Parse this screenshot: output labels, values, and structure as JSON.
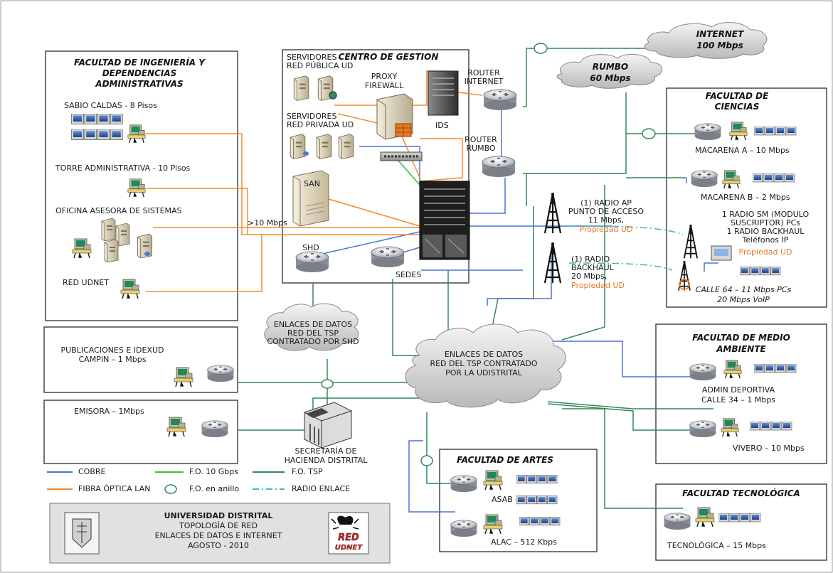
{
  "colors": {
    "copper": "#4a74d8",
    "lan": "#f28a2e",
    "fo10": "#39c43c",
    "tsp": "#2f8a57",
    "radio": "#3fb7c0",
    "accent": "#e87722"
  },
  "clouds": {
    "internet": [
      "INTERNET",
      "100 Mbps"
    ],
    "rumbo": [
      "RUMBO",
      "60 Mbps"
    ],
    "shd": [
      "ENLACES DE DATOS",
      "RED DEL TSP",
      "CONTRATADO POR SHD"
    ],
    "ud": [
      "ENLACES DE DATOS",
      "RED DEL TSP CONTRATADO",
      "POR LA UDISTRITAL"
    ]
  },
  "ingenieria": {
    "title": [
      "FACULTAD DE INGENIERÍA  Y",
      "DEPENDENCIAS",
      "ADMINISTRATIVAS"
    ],
    "sabio": "SABIO CALDAS - 8 Pisos",
    "torre": "TORRE ADMINISTRATIVA - 10 Pisos",
    "oficina": "OFICINA ASESORA DE SISTEMAS",
    "udnet": "RED UDNET",
    "link": ">10 Mbps"
  },
  "gestion": {
    "title": "CENTRO DE GESTION",
    "publica": [
      "SERVIDORES",
      "RED PÚBLICA UD"
    ],
    "privada": [
      "SERVIDORES",
      "RED PRIVADA UD"
    ],
    "proxy": [
      "PROXY",
      "FIREWALL"
    ],
    "ids": "IDS",
    "router_internet": [
      "ROUTER",
      "INTERNET"
    ],
    "router_rumbo": [
      "ROUTER",
      "RUMBO"
    ],
    "san": "SAN",
    "shd": "SHD",
    "sedes": "SEDES"
  },
  "radios": {
    "ap": [
      "(1) RADIO AP",
      "PUNTO DE ACCESO",
      "11 Mbps,"
    ],
    "ap_owner": "Propiedad UD",
    "backhaul": [
      "(1) RADIO",
      "BACKHAUL",
      "20 Mbps,"
    ],
    "backhaul_owner": "Propiedad UD"
  },
  "ciencias": {
    "title": [
      "FACULTAD DE",
      "CIENCIAS"
    ],
    "macarena_a": "MACARENA A – 10 Mbps",
    "macarena_b": "MACARENA B – 2 Mbps",
    "sm": [
      "1 RADIO SM (MODULO",
      "SUSCRIPTOR) PCs",
      "1 RADIO BACKHAUL",
      "Teléfonos IP"
    ],
    "sm_owner": "Propiedad UD",
    "calle64": [
      "CALLE 64 – 11 Mbps PCs",
      "20 Mbps VoIP"
    ]
  },
  "publicaciones": [
    "PUBLICACIONES E  IDEXUD",
    "CAMPIN – 1 Mbps"
  ],
  "emisora": "EMISORA – 1Mbps",
  "hacienda": [
    "SECRETARÍA DE",
    "HACIENDA DISTRITAL"
  ],
  "ambiente": {
    "title": [
      "FACULTAD DE MEDIO",
      "AMBIENTE"
    ],
    "admin": [
      "ADMIN DEPORTIVA",
      "CALLE 34 – 1 Mbps"
    ],
    "vivero": "VIVERO – 10 Mbps"
  },
  "artes": {
    "title": "FACULTAD DE ARTES",
    "asab": "ASAB – 5 Mbps",
    "alac": "ALAC – 512 Kbps"
  },
  "tecnologica": {
    "title": "FACULTAD TECNOLÓGICA",
    "label": "TECNOLÓGICA – 15 Mbps"
  },
  "legend": {
    "cobre": "COBRE",
    "fibra_lan": "FIBRA ÓPTICA LAN",
    "fo10": "F.O. 10 Gbps",
    "anillo": "F.O. en anillo",
    "tsp": "F.O. TSP",
    "radio": "RADIO ENLACE"
  },
  "footer": {
    "title": "UNIVERSIDAD DISTRITAL",
    "lines": [
      "TOPOLOGÍA DE RED",
      "ENLACES DE DATOS E INTERNET",
      "AGOSTO - 2010"
    ],
    "logo_text": [
      "RED",
      "UDNET"
    ]
  }
}
